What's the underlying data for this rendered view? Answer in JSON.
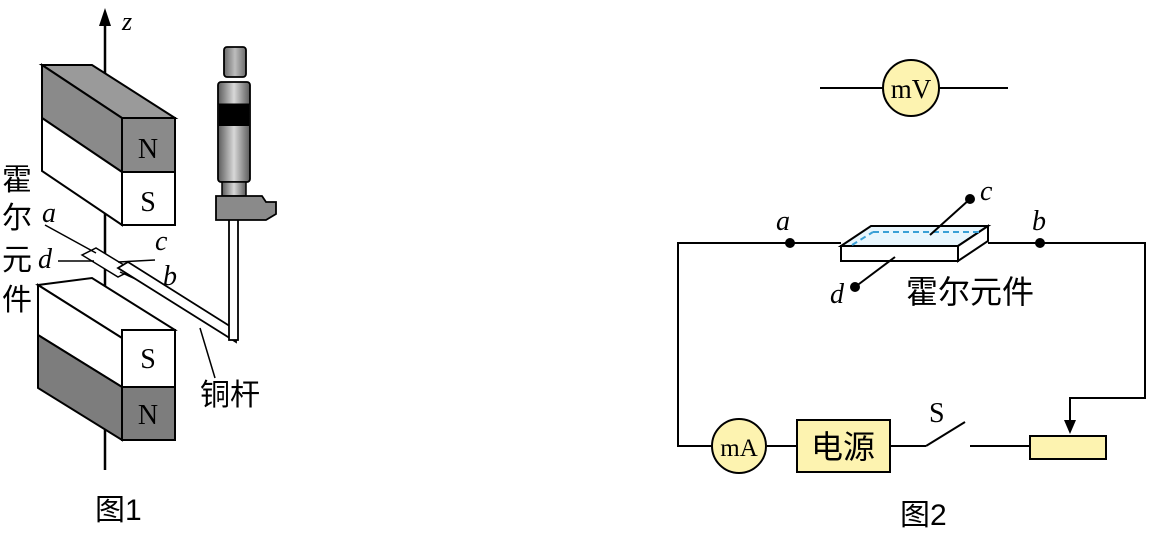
{
  "fig1": {
    "axis_label": "z",
    "top_magnet": {
      "front_pole": "N",
      "back_pole": "S"
    },
    "bottom_magnet": {
      "top_pole": "S",
      "bottom_pole": "N"
    },
    "hall_label_chars": [
      "霍",
      "尔",
      "元",
      "件"
    ],
    "terminal_a": "a",
    "terminal_b": "b",
    "terminal_c": "c",
    "terminal_d": "d",
    "rod_label": "铜杆",
    "caption": "图1"
  },
  "fig2": {
    "voltmeter_label": "mV",
    "ammeter_label": "mA",
    "power_label": "电源",
    "switch_label": "S",
    "terminal_a": "a",
    "terminal_b": "b",
    "terminal_c": "c",
    "terminal_d": "d",
    "hall_label": "霍尔元件",
    "caption": "图2"
  },
  "colors": {
    "magnet_gray": "#8a8a8a",
    "magnet_dark": "#7d7d7d",
    "meter_fill": "#fdf3b0",
    "box_fill": "#fdf3b0",
    "dash_blue": "#3aa0d6",
    "plate_blue": "#e8f6fd",
    "line": "#000000"
  }
}
